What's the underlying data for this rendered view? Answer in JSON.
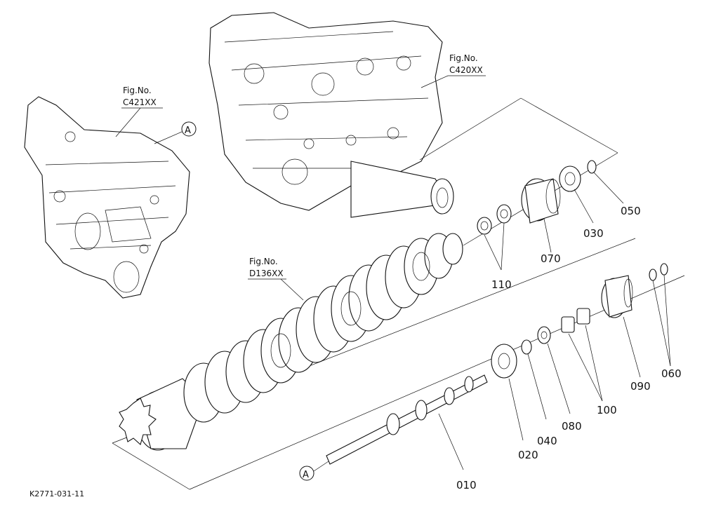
{
  "drawing_id": "K2771-031-11",
  "fig_refs": [
    {
      "id": "c421",
      "line1": "Fig.No.",
      "line2": "C421XX"
    },
    {
      "id": "c420",
      "line1": "Fig.No.",
      "line2": "C420XX"
    },
    {
      "id": "d136",
      "line1": "Fig.No.",
      "line2": "D136XX"
    }
  ],
  "callout_marks": [
    "A",
    "A"
  ],
  "part_numbers": {
    "p010": "010",
    "p020": "020",
    "p030": "030",
    "p040": "040",
    "p050": "050",
    "p060": "060",
    "p070": "070",
    "p080": "080",
    "p090": "090",
    "p100": "100",
    "p110": "110"
  }
}
